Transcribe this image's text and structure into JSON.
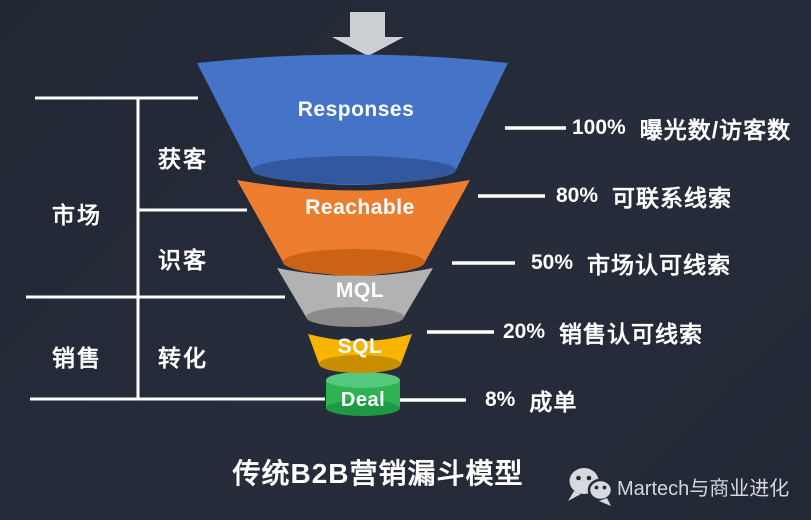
{
  "title": "传统B2B营销漏斗模型",
  "funnel": {
    "stages": [
      {
        "label": "Responses",
        "percent": "100%",
        "metric": "曝光数/访客数",
        "color": "#4473c8",
        "color_dark": "#33589f"
      },
      {
        "label": "Reachable",
        "percent": "80%",
        "metric": "可联系线索",
        "color": "#ee7e2f",
        "color_dark": "#cc6314"
      },
      {
        "label": "MQL",
        "percent": "50%",
        "metric": "市场认可线索",
        "color": "#b2b2b2",
        "color_dark": "#8b8b8b"
      },
      {
        "label": "SQL",
        "percent": "20%",
        "metric": "销售认可线索",
        "color": "#f7b500",
        "color_dark": "#c98e00"
      },
      {
        "label": "Deal",
        "percent": "8%",
        "metric": "成单",
        "color": "#2eb254",
        "color_dark": "#1e9a44",
        "color_top": "#54c87c"
      }
    ]
  },
  "left_bracket": {
    "groups": [
      {
        "label": "市场"
      },
      {
        "label": "销售"
      }
    ],
    "phases": [
      {
        "label": "获客"
      },
      {
        "label": "识客"
      },
      {
        "label": "转化"
      }
    ]
  },
  "footer": {
    "brand": "Martech与商业进化"
  },
  "icons": {
    "arrow": "down-arrow",
    "wechat": "wechat-logo"
  },
  "colors": {
    "background": "#242a36",
    "line": "#ffffff",
    "arrow": "#ccd0d5",
    "wechat_icon": "#d6d9de",
    "text": "#ffffff",
    "brand_text": "#d3d7de"
  }
}
